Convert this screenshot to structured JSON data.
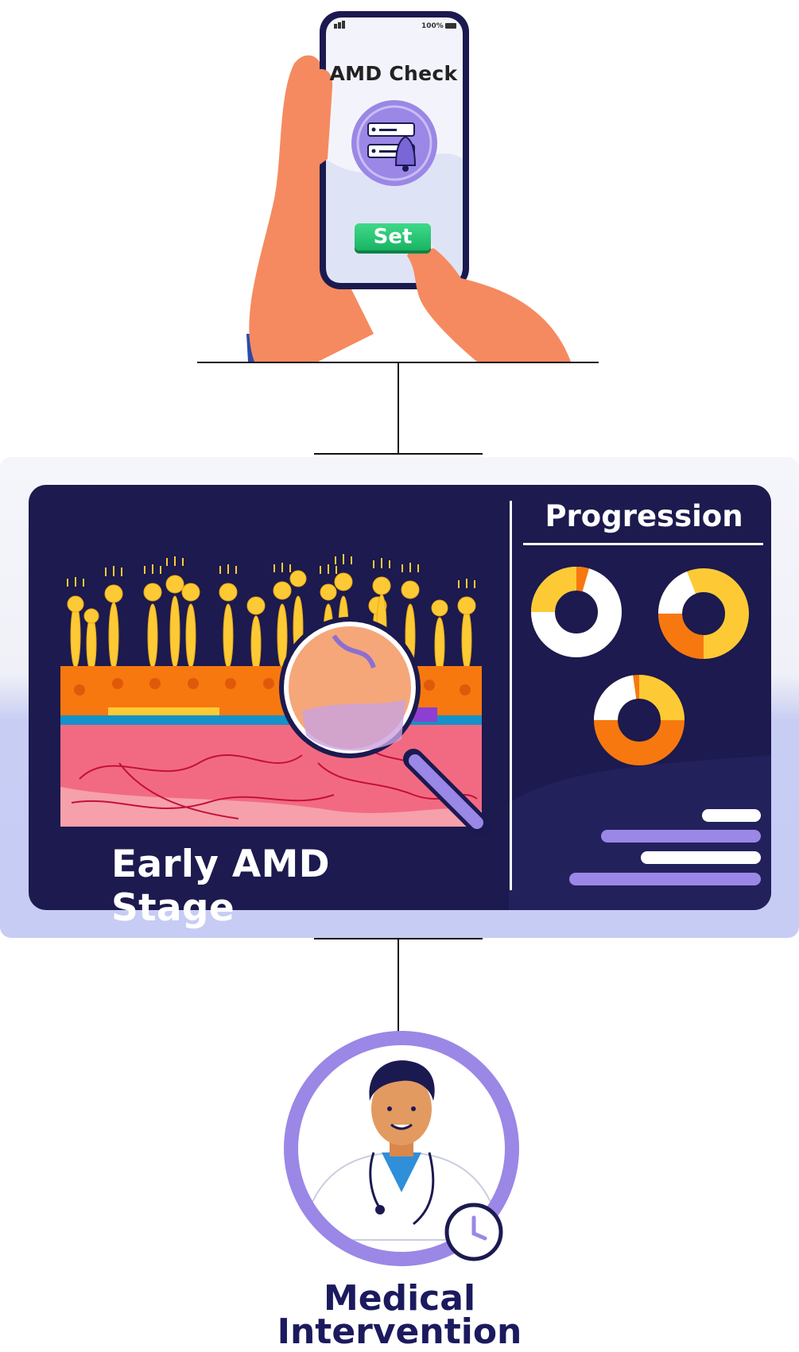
{
  "phone": {
    "status_battery": "100%",
    "app_title": "AMD Check",
    "button_label": "Set"
  },
  "dashboard": {
    "stage_title": "Early AMD Stage",
    "progression_title": "Progression"
  },
  "outcome": {
    "label_line1": "Medical",
    "label_line2": "Intervention"
  },
  "colors": {
    "navy": "#1c1a4e",
    "orange": "#f7780f",
    "yellow": "#fdca35",
    "purple": "#9b87e6",
    "green": "#1fc06b",
    "skin": "#f58a60"
  },
  "icons": {
    "phone_icon": "alarm-list-icon",
    "doctor_badge": "clock-icon"
  }
}
